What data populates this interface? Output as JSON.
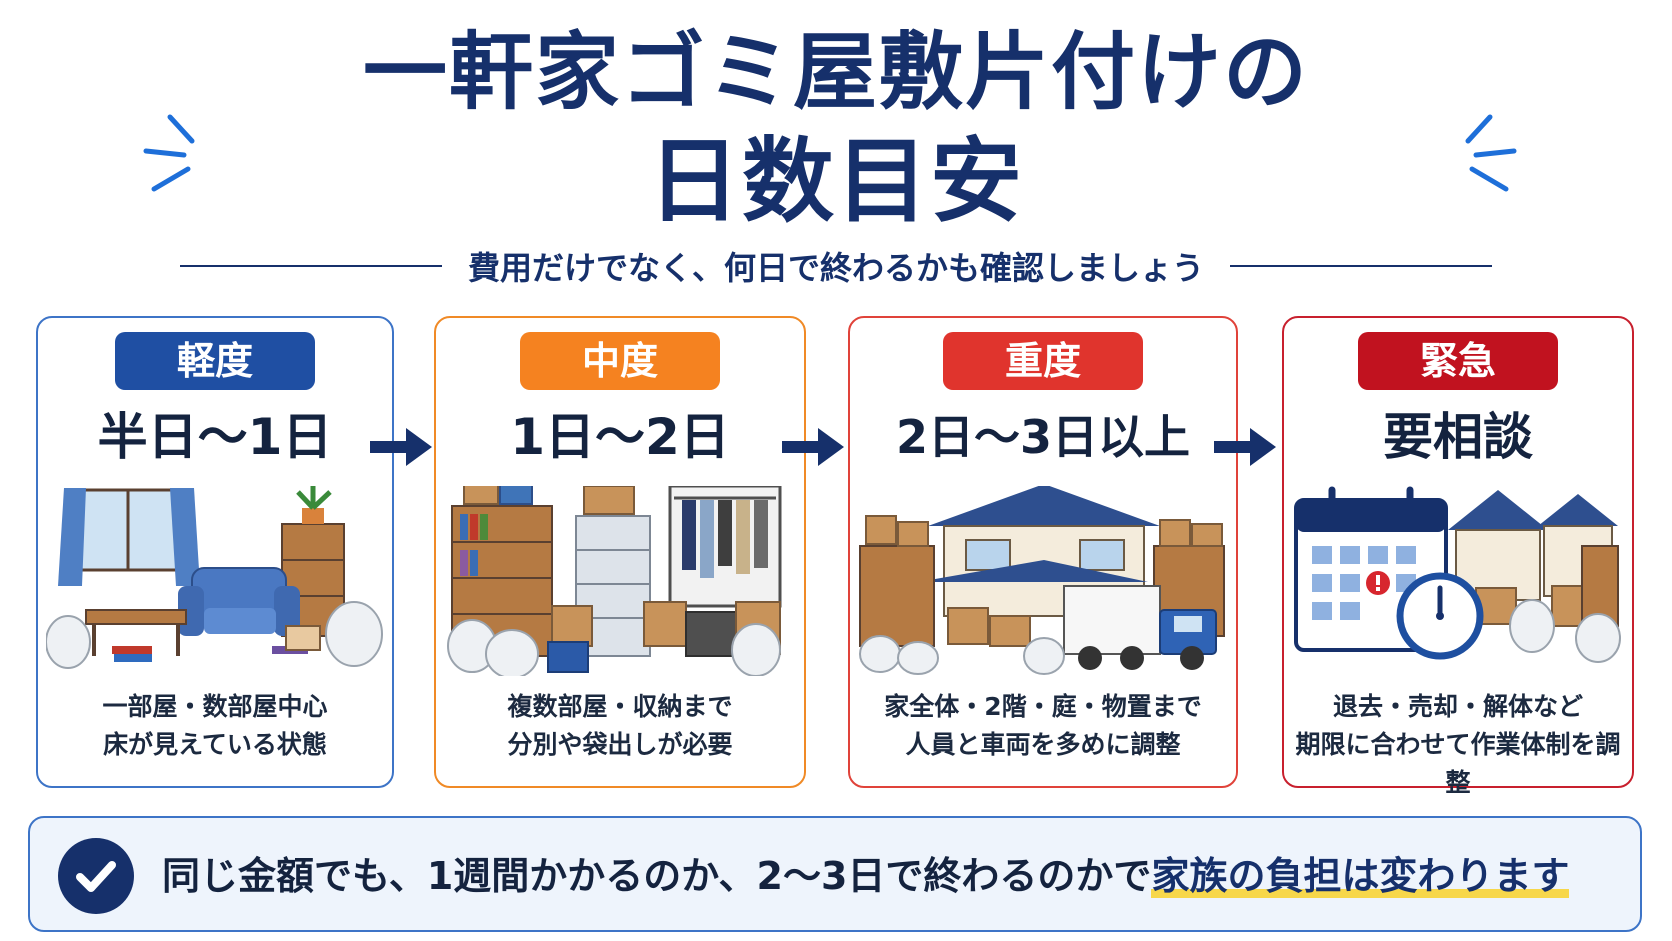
{
  "title": {
    "line1": "一軒家ゴミ屋敷片付けの",
    "line2": "日数目安"
  },
  "subtitle": "費用だけでなく、何日で終わるかも確認しましょう",
  "cards": [
    {
      "badge": "軽度",
      "days": "半日〜1日",
      "desc_line1": "一部屋・数部屋中心",
      "desc_line2": "床が見えている状態",
      "color": "#1f4fa3"
    },
    {
      "badge": "中度",
      "days": "1日〜2日",
      "desc_line1": "複数部屋・収納まで",
      "desc_line2": "分別や袋出しが必要",
      "color": "#f58220"
    },
    {
      "badge": "重度",
      "days": "2日〜3日以上",
      "desc_line1": "家全体・2階・庭・物置まで",
      "desc_line2": "人員と車両を多めに調整",
      "color": "#e0342d"
    },
    {
      "badge": "緊急",
      "days": "要相談",
      "desc_line1": "退去・売却・解体など",
      "desc_line2": "期限に合わせて作業体制を調整",
      "color": "#c1121f"
    }
  ],
  "footer": {
    "text_plain": "同じ金額でも、1週間かかるのか、2〜3日で終わるのかで",
    "text_highlight": "家族の負担は変わります"
  },
  "icons": [
    "check-icon",
    "arrow-right-icon",
    "calendar-icon",
    "clock-icon"
  ]
}
